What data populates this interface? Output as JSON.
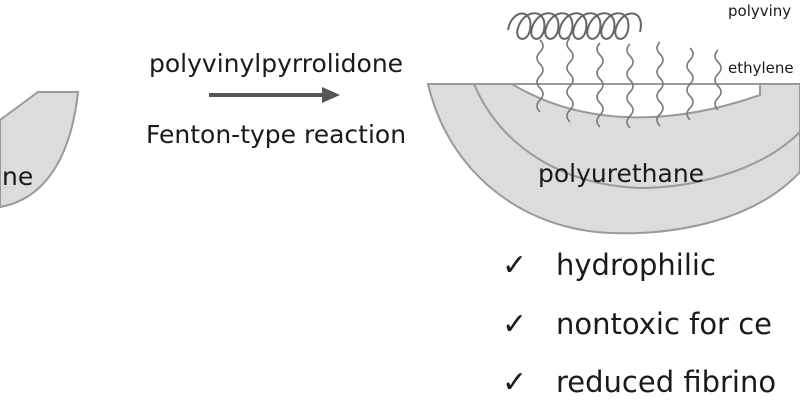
{
  "labels": {
    "left_substrate": "ne",
    "reagent": "polyvinylpyrrolidone",
    "reaction": "Fenton-type reaction",
    "substrate": "polyurethane",
    "top_polymer": "polyviny",
    "linker": "ethylene"
  },
  "properties": [
    {
      "check": "✓",
      "text": "hydrophilic"
    },
    {
      "check": "✓",
      "text": "nontoxic for ce"
    },
    {
      "check": "✓",
      "text": "reduced fibrino"
    }
  ],
  "colors": {
    "substrate_fill": "#dcdcdc",
    "substrate_stroke": "#9a9a9a",
    "arrow": "#555555",
    "coil": "#666666",
    "text": "#1a1a1a"
  }
}
